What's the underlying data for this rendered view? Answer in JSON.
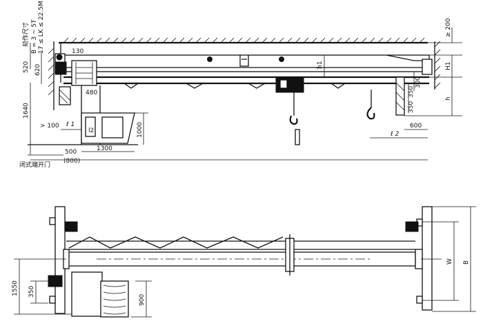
{
  "side_view": {
    "side_note": {
      "title": "劫作尺寸",
      "line1": "B = 3 ~ 5T",
      "line2": "17 ≤ LK ≤ 22.5M"
    },
    "dims": {
      "d130": "130",
      "d520": "520",
      "d620": "620",
      "d480": "480",
      "d1640": "1640",
      "d100": "> 100",
      "dl1": "ℓ 1",
      "dl2_cab": "l2",
      "d1000": "1000",
      "d500": "500",
      "d800": "(800)",
      "d1300": "1300",
      "d200": "≥ 200",
      "dh1": "h1",
      "dH1": "H1",
      "dh": "h",
      "d350a": "350",
      "d350b": "350",
      "d300": "300",
      "d600": "600",
      "dl2": "ℓ 2"
    },
    "door_label": "闭式端开门"
  },
  "plan_view": {
    "dims": {
      "d1550": "1550",
      "d350": "350",
      "d900": "900",
      "dW": "W",
      "dB": "B"
    }
  }
}
